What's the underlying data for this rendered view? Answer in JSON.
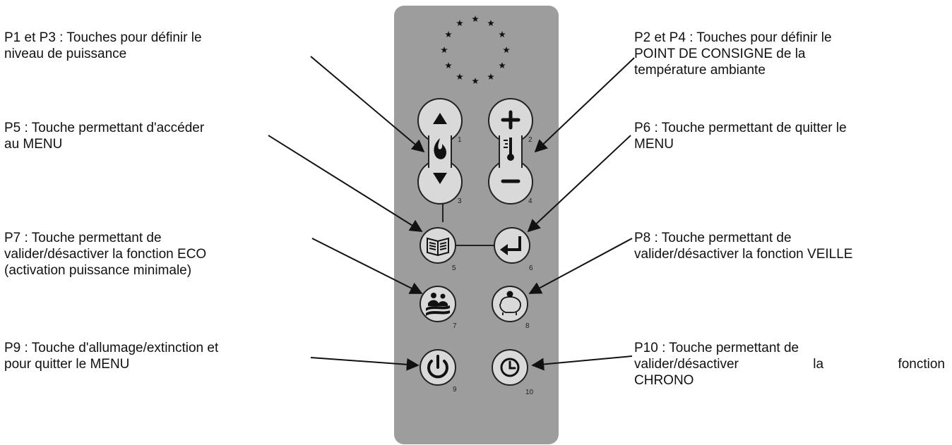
{
  "labels": {
    "p1p3": [
      "P1 et P3 : Touches pour définir le",
      "niveau de puissance"
    ],
    "p2p4": [
      "P2 et P4 : Touches pour définir le",
      "POINT DE CONSIGNE de la",
      "température ambiante"
    ],
    "p5": [
      "P5 : Touche permettant d'accéder",
      "au MENU"
    ],
    "p6": [
      "P6 : Touche permettant de quitter le",
      "MENU"
    ],
    "p7": [
      "P7 : Touche permettant de",
      "valider/désactiver la fonction ECO",
      "(activation puissance minimale)"
    ],
    "p8": [
      "P8 : Touche permettant de",
      "valider/désactiver la fonction VEILLE"
    ],
    "p9": [
      "P9 : Touche d'allumage/extinction et",
      "pour quitter le MENU"
    ],
    "p10": [
      "P10 : Touche   permettant de",
      "valider/désactiver   la   fonction",
      "CHRONO"
    ]
  },
  "buttons": {
    "n1": "1",
    "n2": "2",
    "n3": "3",
    "n4": "4",
    "n5": "5",
    "n6": "6",
    "n7": "7",
    "n8": "8",
    "n9": "9",
    "n10": "10"
  },
  "icons": [
    "eu-stars-icon",
    "arrow-up-icon",
    "flame-icon",
    "arrow-down-icon",
    "plus-icon",
    "thermometer-icon",
    "minus-icon",
    "book-icon",
    "enter-icon",
    "eco-icon",
    "piggy-bank-icon",
    "power-icon",
    "clock-icon"
  ],
  "colors": {
    "remote": "#9d9d9d",
    "button": "#d9d9d9",
    "outline": "#222222"
  }
}
